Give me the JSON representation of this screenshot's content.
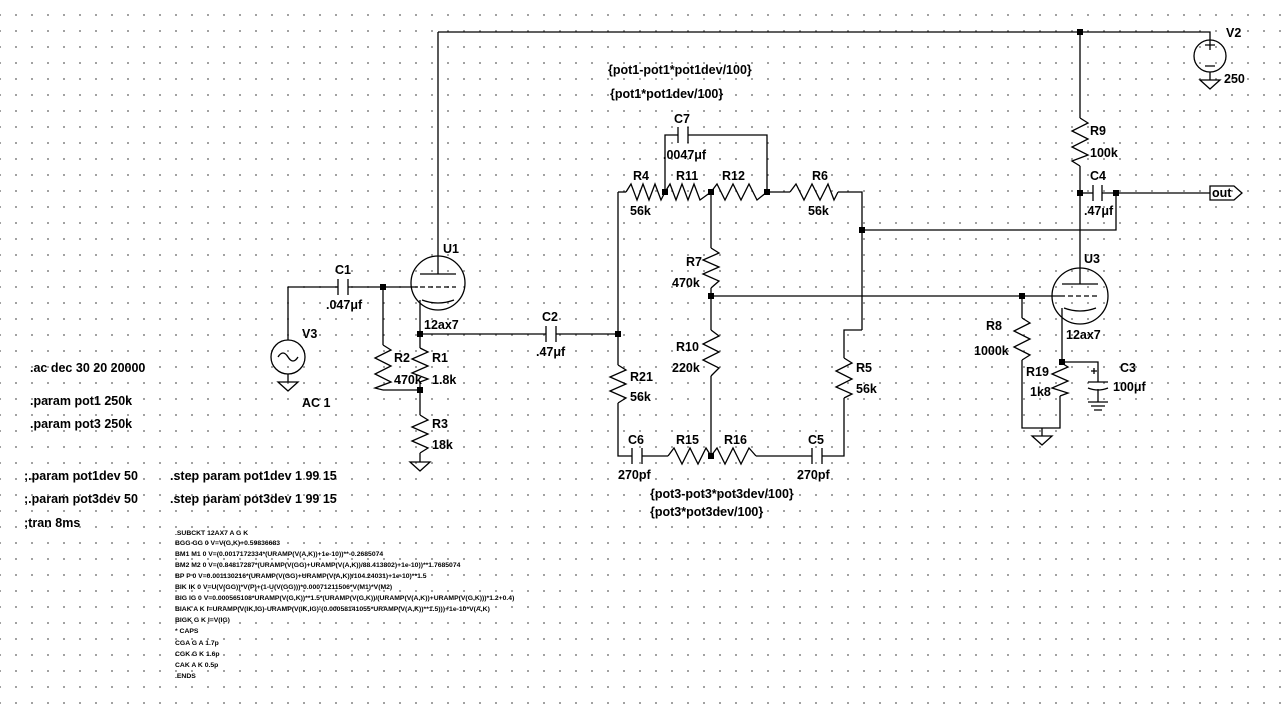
{
  "params": {
    "pot1_expr": "{pot1-pot1*pot1dev/100}",
    "pot1_expr2": "{pot1*pot1dev/100}",
    "pot3_expr": "{pot3-pot3*pot3dev/100}",
    "pot3_expr2": "{pot3*pot3dev/100}"
  },
  "directives": {
    "ac": ".ac dec 30 20 20000",
    "param_pot1": ".param pot1 250k",
    "param_pot3": ".param pot3 250k",
    "param_pot1dev": ";.param pot1dev 50",
    "param_pot3dev": ";.param pot3dev 50",
    "tran": ";tran 8ms",
    "step1": ".step param pot1dev 1 99 15",
    "step2": ".step param pot3dev 1 99 15"
  },
  "components": {
    "V2": {
      "name": "V2",
      "value": "250"
    },
    "V3": {
      "name": "V3",
      "value": "AC 1"
    },
    "U1": {
      "name": "U1",
      "value": "12ax7"
    },
    "U3": {
      "name": "U3",
      "value": "12ax7"
    },
    "C1": {
      "name": "C1",
      "value": ".047μf"
    },
    "C2": {
      "name": "C2",
      "value": ".47μf"
    },
    "C3": {
      "name": "C3",
      "value": "100μf"
    },
    "C4": {
      "name": "C4",
      "value": ".47μf"
    },
    "C5": {
      "name": "C5",
      "value": "270pf"
    },
    "C6": {
      "name": "C6",
      "value": "270pf"
    },
    "C7": {
      "name": "C7",
      "value": ".0047μf"
    },
    "R1": {
      "name": "R1",
      "value": "1.8k"
    },
    "R2": {
      "name": "R2",
      "value": "470k"
    },
    "R3": {
      "name": "R3",
      "value": "18k"
    },
    "R4": {
      "name": "R4",
      "value": "56k"
    },
    "R5": {
      "name": "R5",
      "value": "56k"
    },
    "R6": {
      "name": "R6",
      "value": "56k"
    },
    "R7": {
      "name": "R7",
      "value": "470k"
    },
    "R8": {
      "name": "R8",
      "value": "1000k"
    },
    "R9": {
      "name": "R9",
      "value": "100k"
    },
    "R10": {
      "name": "R10",
      "value": "220k"
    },
    "R11": {
      "name": "R11"
    },
    "R12": {
      "name": "R12"
    },
    "R15": {
      "name": "R15"
    },
    "R16": {
      "name": "R16"
    },
    "R19": {
      "name": "R19",
      "value": "1k8"
    },
    "R21": {
      "name": "R21",
      "value": "56k"
    }
  },
  "out_label": "out",
  "subckt": [
    ".SUBCKT 12AX7 A G K",
    "BGG   GG   0 V=V(G,K)+0.59836683",
    "BM1   M1   0 V=(0.0017172334*(URAMP(V(A,K))+1e-10))**-0.2685074",
    "BM2   M2   0 V=(0.84817287*(URAMP(V(GG)+URAMP(V(A,K))/88.413802)+1e-10))**1.7685074",
    "BP    P    0 V=0.001130216*(URAMP(V(GG)+URAMP(V(A,K))/104.24031)+1e-10)**1.5",
    "BIK   IK   0 V=U(V(GG))*V(P)+(1-U(V(GG)))*0.00071211506*V(M1)*V(M2)",
    "BIG   IG   0 V=0.000565108*URAMP(V(G,K))**1.5*(URAMP(V(G,K))/(URAMP(V(A,K))+URAMP(V(G,K)))*1.2+0.4)",
    "BIAK  A    K I=URAMP(V(IK,IG)-URAMP(V(IK,IG)-(0.00058141055*URAMP(V(A,K))**1.5)))+1e-10*V(A,K)",
    "BIGK  G    K I=V(IG)",
    "* CAPS",
    "CGA   G    A 1.7p",
    "CGK   G    K 1.6p",
    "CAK   A    K 0.5p",
    ".ENDS"
  ]
}
